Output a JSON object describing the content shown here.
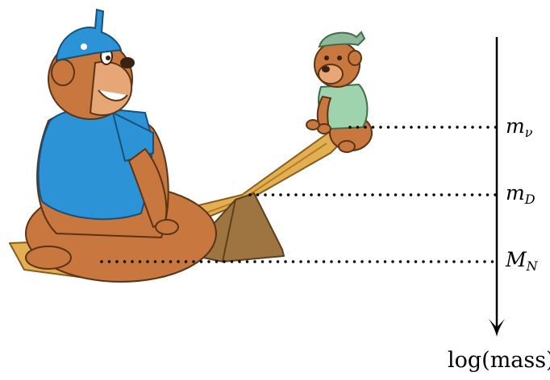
{
  "labels": {
    "m_nu": {
      "symbol": "m",
      "subscript": "ν"
    },
    "m_D": {
      "symbol": "m",
      "subscript": "D"
    },
    "M_N": {
      "symbol": "M",
      "subscript": "N"
    },
    "axis": "log(mass)"
  },
  "icons": [
    "big-bear-icon",
    "small-bear-icon",
    "seesaw-plank-icon",
    "seesaw-fulcrum-icon",
    "down-arrow-icon"
  ],
  "colors": {
    "bear_fur": "#c8773f",
    "bear_fur_dark": "#9c5528",
    "big_bear_shirt": "#2b93d6",
    "big_bear_cap": "#2b93d6",
    "small_bear_shirt": "#9fd3ad",
    "small_bear_cap": "#8fb79a",
    "plank": "#e2b052",
    "fulcrum": "#9e7541",
    "dots": "#000000"
  }
}
